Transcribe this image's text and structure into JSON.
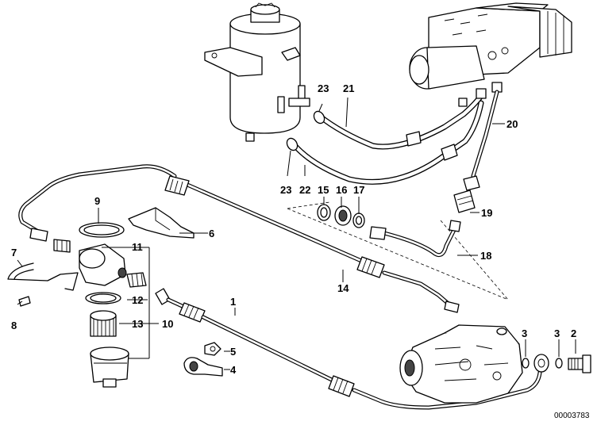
{
  "labels": {
    "l1": "1",
    "l2": "2",
    "l3a": "3",
    "l3b": "3",
    "l4": "4",
    "l5": "5",
    "l6": "6",
    "l7": "7",
    "l8": "8",
    "l9": "9",
    "l10": "10",
    "l11": "11",
    "l12": "12",
    "l13": "13",
    "l14": "14",
    "l15": "15",
    "l16": "16",
    "l17": "17",
    "l18": "18",
    "l19": "19",
    "l20": "20",
    "l21": "21",
    "l22": "22",
    "l23a": "23",
    "l23b": "23"
  },
  "reference": "00003783"
}
